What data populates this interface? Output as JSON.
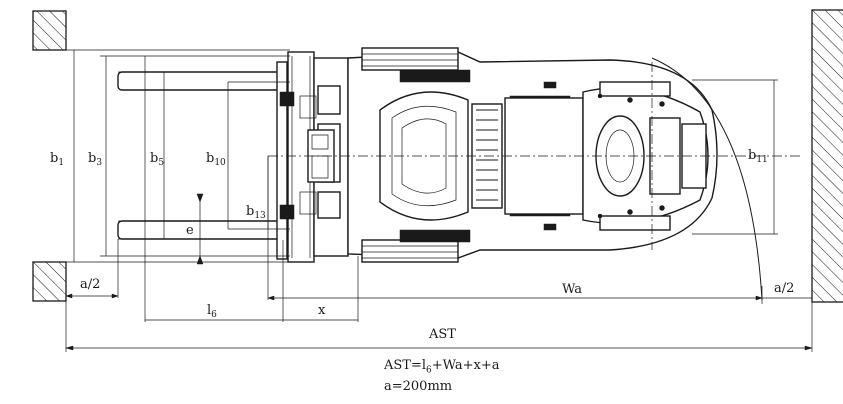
{
  "labels": {
    "b1": {
      "main": "b",
      "sub": "1"
    },
    "b3": {
      "main": "b",
      "sub": "3"
    },
    "b5": {
      "main": "b",
      "sub": "5"
    },
    "b10": {
      "main": "b",
      "sub": "10"
    },
    "b11": {
      "main": "b",
      "sub": "11"
    },
    "b13": {
      "main": "b",
      "sub": "13"
    },
    "e": "e",
    "l6": {
      "main": "l",
      "sub": "6"
    },
    "x": "x",
    "wa": "Wa",
    "a_half_left": "a/2",
    "a_half_right": "a/2",
    "ast": "AST"
  },
  "formula": {
    "line1": {
      "lhs": "AST=l",
      "sub": "6",
      "rhs": "+Wa+x+a"
    },
    "line2": "a=200mm"
  }
}
